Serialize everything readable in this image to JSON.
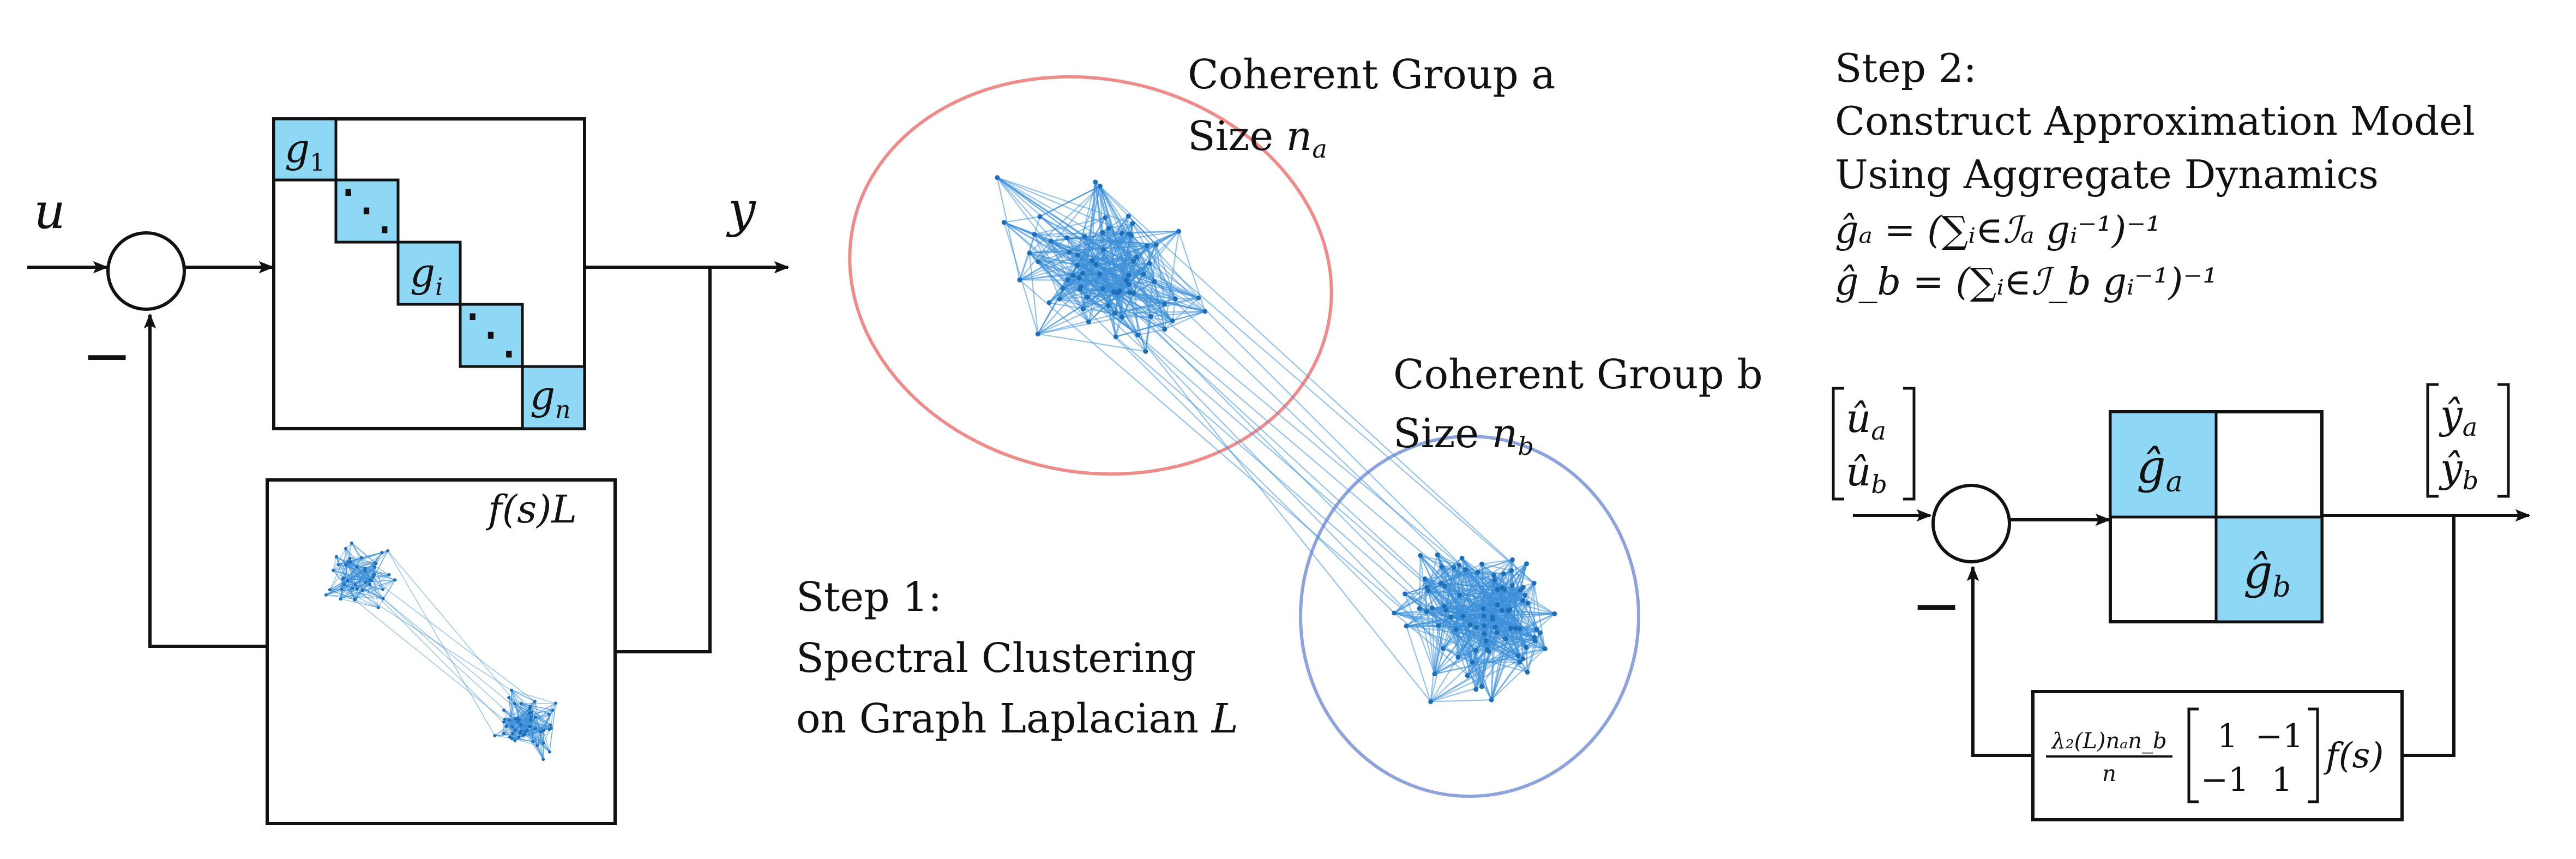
{
  "colors": {
    "stroke": "#111111",
    "block_fill": "#8fd8f5",
    "edge": "#3d8fd8",
    "node": "#1f6fb8",
    "group_a_ellipse": "#ee8c8c",
    "group_b_ellipse": "#8ea3dc"
  },
  "left_diagram": {
    "input_label": "u",
    "output_label": "y",
    "minus_sign": "−",
    "blocks": [
      "g",
      "g",
      "g"
    ],
    "block_subscripts": [
      "1",
      "i",
      "n"
    ],
    "ddots": "⋱",
    "feedback_label": "f(s)L"
  },
  "middle": {
    "group_a_title": "Coherent Group a",
    "group_a_size_prefix": "Size ",
    "group_a_size_var": "n",
    "group_a_size_sub": "a",
    "group_b_title": "Coherent Group b",
    "group_b_size_prefix": "Size ",
    "group_b_size_var": "n",
    "group_b_size_sub": "b",
    "step1_line1": "Step 1:",
    "step1_line2": "Spectral Clustering",
    "step1_line3": "on Graph Laplacian ",
    "step1_var": "L"
  },
  "step2": {
    "line1": "Step 2:",
    "line2": "Construct Approximation Model",
    "line3": "Using Aggregate Dynamics",
    "eq_a": "ĝₐ = (∑ᵢ∈ℐₐ gᵢ⁻¹)⁻¹",
    "eq_b": "ĝ_b = (∑ᵢ∈ℐ_b gᵢ⁻¹)⁻¹"
  },
  "right_diagram": {
    "input_top": "û",
    "input_top_sub": "a",
    "input_bottom": "û",
    "input_bottom_sub": "b",
    "output_top": "ŷ",
    "output_top_sub": "a",
    "output_bottom": "ŷ",
    "output_bottom_sub": "b",
    "block_a": "ĝ",
    "block_a_sub": "a",
    "block_b": "ĝ",
    "block_b_sub": "b",
    "minus_sign": "−",
    "feedback_fraction_num": "λ₂(L)nₐn_b",
    "feedback_fraction_den": "n",
    "matrix": [
      "1",
      "−1",
      "−1",
      "1"
    ],
    "feedback_suffix": "f(s)"
  }
}
